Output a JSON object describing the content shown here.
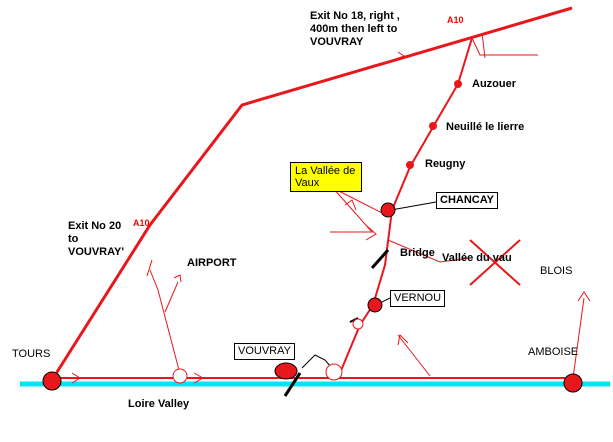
{
  "colors": {
    "road": "#e8171b",
    "river": "#00e5f2",
    "town_fill": "#e8171b",
    "roundabout_fill": "#ffffff",
    "highlight_box": "#ffff00",
    "text": "#000000"
  },
  "labels": {
    "exit18": "Exit No 18, right ,",
    "exit18_line2": "400m then left to",
    "exit18_line3": "VOUVRAY",
    "a10_top": "A10",
    "exit20": "Exit No 20",
    "exit20_line2": "to",
    "exit20_line3": "VOUVRAY'",
    "a10_left": "A10",
    "auzouer": "Auzouer",
    "neuille": "Neuillé le lierre",
    "reugny": "Reugny",
    "vallee_de_vaux": "La Vallée de Vaux",
    "chancay": "CHANCAY",
    "bridge": "Bridge",
    "vallee_du_vau": "Vallée du vau",
    "airport": "AIRPORT",
    "blois": "BLOIS",
    "vernou": "VERNOU",
    "tours": "TOURS",
    "vouvray": "VOUVRAY",
    "amboise": "AMBOISE",
    "loire_valley": "Loire Valley"
  },
  "icons": {
    "crossed_out": "x-mark-icon",
    "bridge": "bridge-symbol-icon"
  }
}
